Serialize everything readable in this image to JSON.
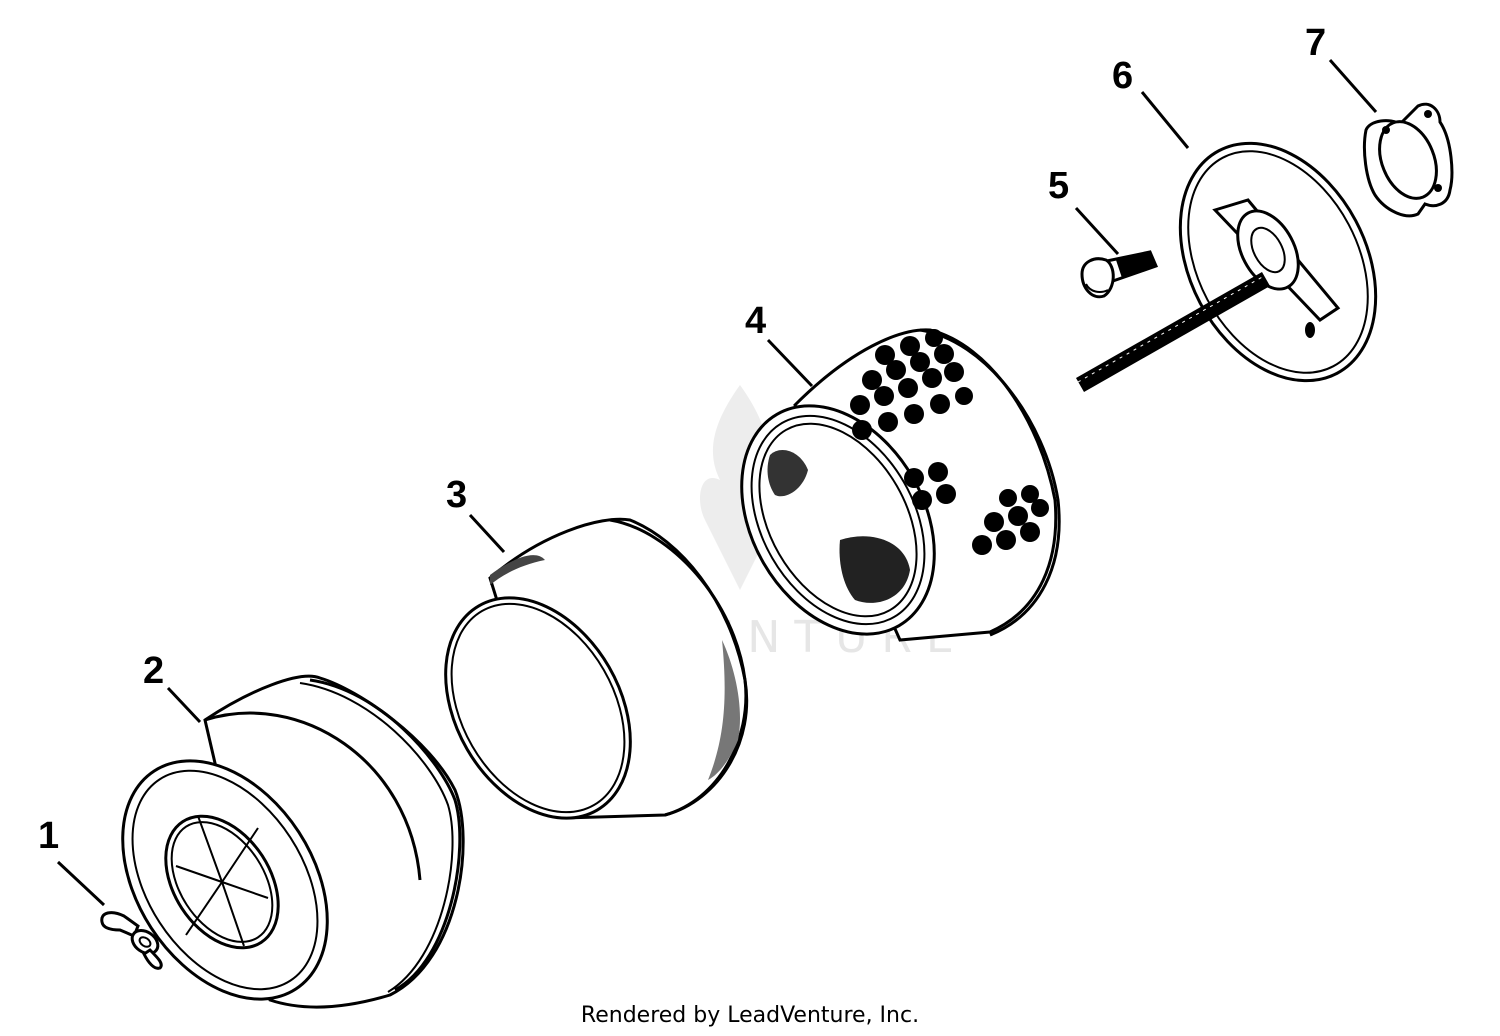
{
  "diagram": {
    "callouts": [
      "1",
      "2",
      "3",
      "4",
      "5",
      "6",
      "7"
    ],
    "watermark": "LEADVENTURE",
    "footer": "Rendered by LeadVenture, Inc."
  }
}
